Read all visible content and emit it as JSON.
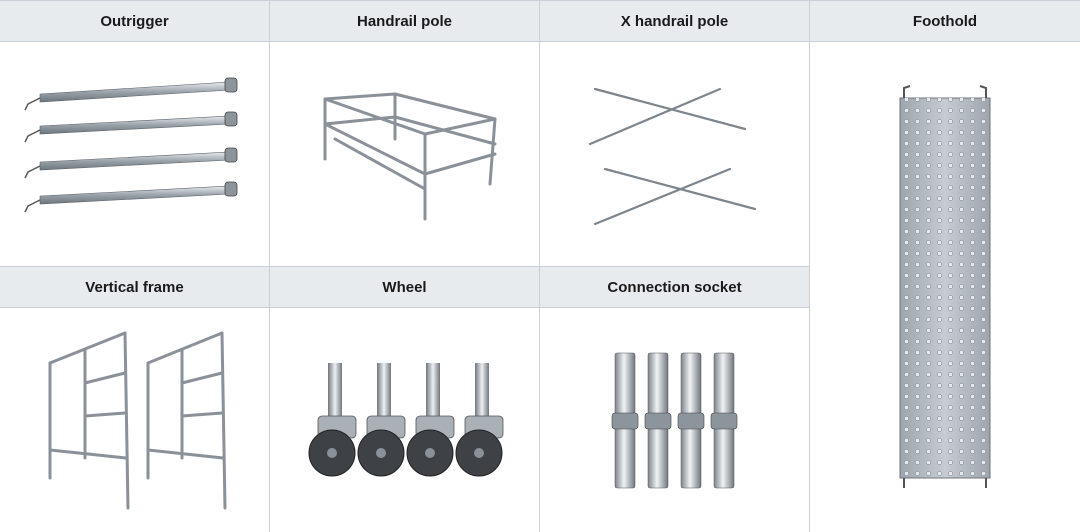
{
  "items": [
    {
      "label": "Outrigger"
    },
    {
      "label": "Handrail pole"
    },
    {
      "label": "X handrail pole"
    },
    {
      "label": "Foothold"
    },
    {
      "label": "Vertical frame"
    },
    {
      "label": "Wheel"
    },
    {
      "label": "Connection socket"
    }
  ]
}
